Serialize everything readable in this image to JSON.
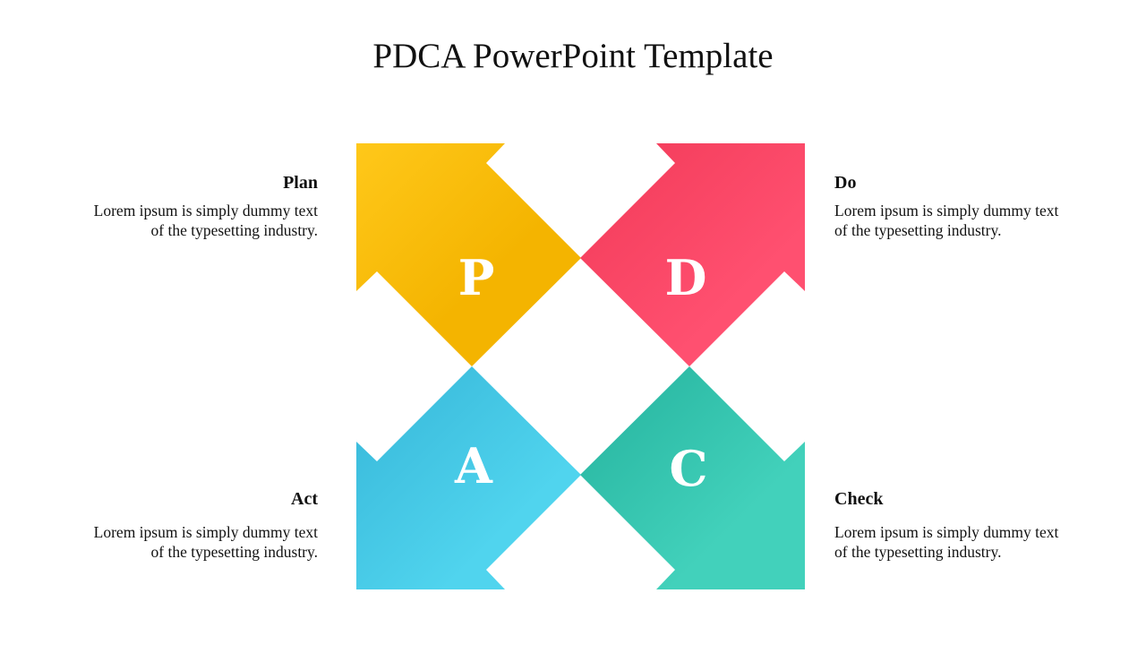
{
  "title": "PDCA PowerPoint Template",
  "quadrants": [
    {
      "letter": "P",
      "heading": "Plan",
      "text": "Lorem ipsum is simply dummy text of the typesetting industry.",
      "color": "#f5b800"
    },
    {
      "letter": "D",
      "heading": "Do",
      "text": "Lorem ipsum is simply dummy text of the typesetting industry.",
      "color": "#f5405e"
    },
    {
      "letter": "A",
      "heading": "Act",
      "text": "Lorem ipsum is simply dummy text of the typesetting industry.",
      "color": "#44c8e4"
    },
    {
      "letter": "C",
      "heading": "Check",
      "text": "Lorem ipsum is simply dummy text of the typesetting industry.",
      "color": "#2fbfa6"
    }
  ]
}
